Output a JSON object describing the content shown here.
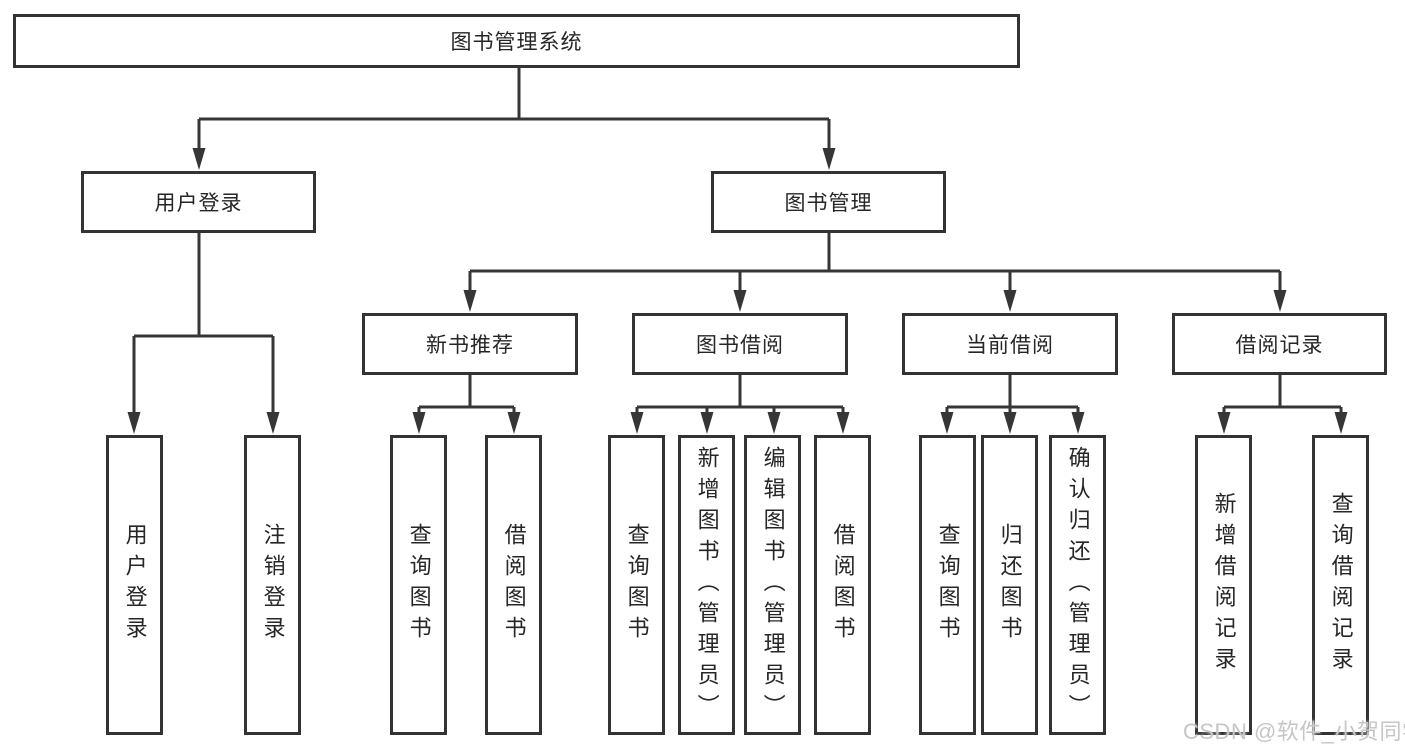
{
  "diagram": {
    "title": "图书管理系统",
    "tree": {
      "root": "图书管理系统",
      "user_login": {
        "label": "用户登录",
        "children": [
          "用户登录",
          "注销登录"
        ]
      },
      "book_mgmt": {
        "label": "图书管理",
        "sections": [
          {
            "label": "新书推荐",
            "children": [
              "查询图书",
              "借阅图书"
            ]
          },
          {
            "label": "图书借阅",
            "children": [
              "查询图书",
              "新增图书（管理员）",
              "编辑图书（管理员）",
              "借阅图书"
            ]
          },
          {
            "label": "当前借阅",
            "children": [
              "查询图书",
              "归还图书",
              "确认归还（管理员）"
            ]
          },
          {
            "label": "借阅记录",
            "children": [
              "新增借阅记录",
              "查询借阅记录"
            ]
          }
        ]
      }
    },
    "colors": {
      "line": "#363636",
      "border": "#333333",
      "text": "#262626",
      "background": "#ffffff",
      "watermark": "#c6c6c6"
    },
    "watermark": "CSDN @软件_小贺同学"
  }
}
